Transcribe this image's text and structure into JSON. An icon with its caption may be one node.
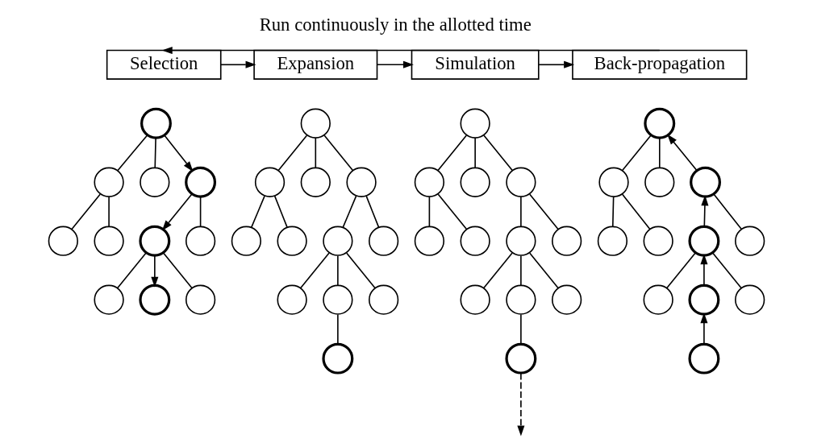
{
  "diagram": {
    "nodes": [
      {
        "text": [
          "Selection"
        ]
      },
      {
        "text": [
          "Expansion"
        ]
      },
      {
        "text": [
          "Simulation"
        ]
      },
      {
        "text": [
          "Back-propagation"
        ]
      },
      {
        "text": [],
        "shape": "circle"
      },
      {
        "text": [],
        "shape": "circle"
      },
      {
        "text": [],
        "shape": "circle"
      },
      {
        "text": [],
        "shape": "circle"
      },
      {
        "text": [],
        "shape": "circle"
      },
      {
        "text": [],
        "shape": "circle"
      },
      {
        "text": [],
        "shape": "circle"
      },
      {
        "text": [],
        "shape": "circle"
      },
      {
        "text": [],
        "shape": "circle"
      },
      {
        "text": [],
        "shape": "circle"
      },
      {
        "text": [],
        "shape": "circle"
      },
      {
        "text": [],
        "shape": "circle"
      },
      {
        "text": [],
        "shape": "circle"
      },
      {
        "text": [],
        "shape": "circle"
      },
      {
        "text": [],
        "shape": "circle"
      },
      {
        "text": [],
        "shape": "circle"
      },
      {
        "text": [],
        "shape": "circle"
      },
      {
        "text": [],
        "shape": "circle"
      },
      {
        "text": [],
        "shape": "circle"
      },
      {
        "text": [],
        "shape": "circle"
      },
      {
        "text": [],
        "shape": "circle"
      },
      {
        "text": [],
        "shape": "circle"
      },
      {
        "text": [],
        "shape": "circle"
      },
      {
        "text": [],
        "shape": "circle"
      },
      {
        "text": [],
        "shape": "circle"
      },
      {
        "text": [],
        "shape": "circle"
      },
      {
        "text": [],
        "shape": "circle"
      },
      {
        "text": [],
        "shape": "circle"
      },
      {
        "text": [],
        "shape": "circle"
      },
      {
        "text": [],
        "shape": "circle"
      },
      {
        "text": [],
        "shape": "circle"
      },
      {
        "text": [],
        "shape": "circle"
      },
      {
        "text": [],
        "shape": "circle"
      },
      {
        "text": [],
        "shape": "circle"
      },
      {
        "text": [],
        "shape": "circle"
      },
      {
        "text": [],
        "shape": "circle"
      },
      {
        "text": [],
        "shape": "circle"
      },
      {
        "text": [],
        "shape": "circle"
      },
      {
        "text": [],
        "shape": "circle"
      },
      {
        "text": [],
        "shape": "circle"
      },
      {
        "text": [],
        "shape": "circle"
      },
      {
        "text": [],
        "shape": "circle"
      },
      {
        "text": [],
        "shape": "circle"
      },
      {
        "text": [],
        "shape": "circle"
      },
      {
        "text": [],
        "shape": "circle"
      },
      {
        "text": [],
        "shape": "circle"
      },
      {
        "text": [],
        "shape": "circle"
      }
    ],
    "edges": [
      {
        "from": 3,
        "to": 0,
        "arrow": "to",
        "label": "Run continuously in the allotted time"
      },
      {
        "from": 0,
        "to": 1,
        "arrow": "to"
      },
      {
        "from": 1,
        "to": 2,
        "arrow": "to"
      },
      {
        "from": 2,
        "to": 3,
        "arrow": "to"
      },
      {
        "from": 4,
        "to": 5,
        "arrow": "none"
      },
      {
        "from": 4,
        "to": 6,
        "arrow": "none"
      },
      {
        "from": 4,
        "to": 7,
        "arrow": "to"
      },
      {
        "from": 5,
        "to": 8,
        "arrow": "none"
      },
      {
        "from": 5,
        "to": 9,
        "arrow": "none"
      },
      {
        "from": 7,
        "to": 10,
        "arrow": "to"
      },
      {
        "from": 7,
        "to": 11,
        "arrow": "none"
      },
      {
        "from": 10,
        "to": 12,
        "arrow": "none"
      },
      {
        "from": 10,
        "to": 13,
        "arrow": "to"
      },
      {
        "from": 10,
        "to": 14,
        "arrow": "none"
      },
      {
        "from": 15,
        "to": 16,
        "arrow": "none"
      },
      {
        "from": 15,
        "to": 17,
        "arrow": "none"
      },
      {
        "from": 15,
        "to": 18,
        "arrow": "none"
      },
      {
        "from": 16,
        "to": 19,
        "arrow": "none"
      },
      {
        "from": 16,
        "to": 20,
        "arrow": "none"
      },
      {
        "from": 18,
        "to": 21,
        "arrow": "none"
      },
      {
        "from": 18,
        "to": 22,
        "arrow": "none"
      },
      {
        "from": 21,
        "to": 23,
        "arrow": "none"
      },
      {
        "from": 21,
        "to": 24,
        "arrow": "none"
      },
      {
        "from": 21,
        "to": 25,
        "arrow": "none"
      },
      {
        "from": 24,
        "to": 26,
        "arrow": "none"
      },
      {
        "from": 27,
        "to": 28,
        "arrow": "none"
      },
      {
        "from": 27,
        "to": 29,
        "arrow": "none"
      },
      {
        "from": 27,
        "to": 30,
        "arrow": "none"
      },
      {
        "from": 28,
        "to": 31,
        "arrow": "none"
      },
      {
        "from": 28,
        "to": 32,
        "arrow": "none"
      },
      {
        "from": 30,
        "to": 33,
        "arrow": "none"
      },
      {
        "from": 30,
        "to": 34,
        "arrow": "none"
      },
      {
        "from": 33,
        "to": 35,
        "arrow": "none"
      },
      {
        "from": 33,
        "to": 36,
        "arrow": "none"
      },
      {
        "from": 33,
        "to": 37,
        "arrow": "none"
      },
      {
        "from": 36,
        "to": 38,
        "arrow": "none"
      },
      {
        "from": 38,
        "to": null,
        "arrow": "to",
        "style": "dashed"
      },
      {
        "from": 39,
        "to": 40,
        "arrow": "none"
      },
      {
        "from": 39,
        "to": 41,
        "arrow": "none"
      },
      {
        "from": 42,
        "to": 39,
        "arrow": "to"
      },
      {
        "from": 40,
        "to": 43,
        "arrow": "none"
      },
      {
        "from": 40,
        "to": 44,
        "arrow": "none"
      },
      {
        "from": 45,
        "to": 42,
        "arrow": "to"
      },
      {
        "from": 42,
        "to": 46,
        "arrow": "none"
      },
      {
        "from": 45,
        "to": 47,
        "arrow": "none"
      },
      {
        "from": 48,
        "to": 45,
        "arrow": "to"
      },
      {
        "from": 45,
        "to": 49,
        "arrow": "none"
      },
      {
        "from": 50,
        "to": 48,
        "arrow": "to"
      }
    ]
  }
}
